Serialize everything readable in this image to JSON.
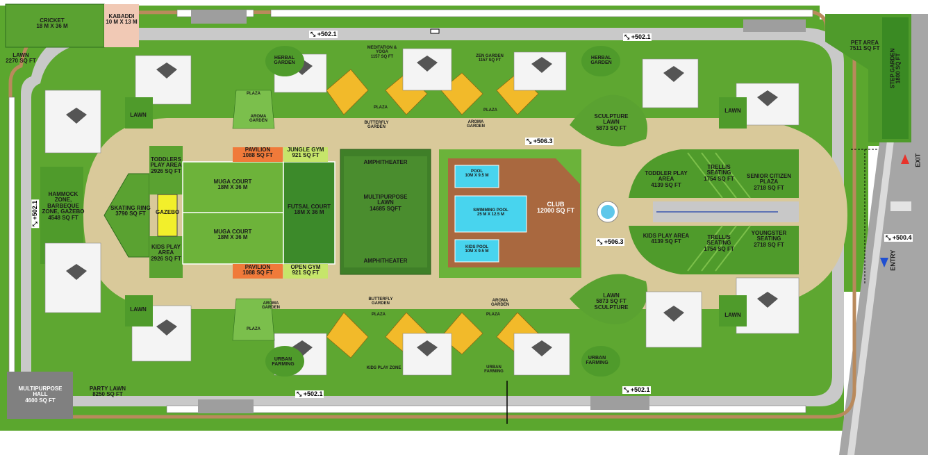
{
  "areas": {
    "cricket": {
      "name": "CRICKET",
      "size": "18 M X 36 M"
    },
    "kabaddi": {
      "name": "KABADDI",
      "size": "10 M X 13 M"
    },
    "lawn_top_left": {
      "name": "LAWN",
      "size": "2270 SQ FT"
    },
    "hammock": {
      "name": "HAMMOCK ZONE, BARBEQUE ZONE, GAZEBO",
      "size": "4548 SQ FT"
    },
    "multipurpose_hall": {
      "name": "MULTIPURPOSE HALL",
      "size": "4600 SQ FT"
    },
    "party_lawn": {
      "name": "PARTY LAWN",
      "size": "8250 SQ FT"
    },
    "pet_area": {
      "name": "PET AREA",
      "size": "7511 SQ FT"
    },
    "step_garden": {
      "name": "STEP GARDEN",
      "size": "1800 SQ FT"
    },
    "toddlers_play_left": {
      "name": "TODDLERS PLAY AREA",
      "size": "2926 SQ FT"
    },
    "skating_ring": {
      "name": "SKATING RING",
      "size": "3790 SQ FT"
    },
    "gazebo": {
      "name": "GAZEBO"
    },
    "kids_play_left": {
      "name": "KIDS PLAY AREA",
      "size": "2926 SQ FT"
    },
    "pavilion_top": {
      "name": "PAVILION",
      "size": "1088 SQ FT"
    },
    "pavilion_bottom": {
      "name": "PAVILION",
      "size": "1088 SQ FT"
    },
    "jungle_gym": {
      "name": "JUNGLE GYM",
      "size": "921 SQ FT"
    },
    "open_gym": {
      "name": "OPEN GYM",
      "size": "921 SQ FT"
    },
    "muga_court_1": {
      "name": "MUGA COURT",
      "size": "18M X 36 M"
    },
    "muga_court_2": {
      "name": "MUGA COURT",
      "size": "18M X 36 M"
    },
    "futsal_court": {
      "name": "FUTSAL COURT",
      "size": "18M X 36 M"
    },
    "amphitheater_top": {
      "name": "AMPHITHEATER"
    },
    "amphitheater_bottom": {
      "name": "AMPHITHEATER"
    },
    "multipurpose_lawn": {
      "name": "MULTIPURPOSE LAWN",
      "size": "14685 SQFT"
    },
    "pool_top": {
      "name": "POOL",
      "size": "10M X 9.5 M"
    },
    "swimming_pool": {
      "name": "SWIMMING POOL",
      "size": "25 M X 12.5 M"
    },
    "kids_pool": {
      "name": "KIDS POOL",
      "size": "10M X 9.5 M"
    },
    "club": {
      "name": "CLUB",
      "size": "12000 SQ FT"
    },
    "sculpture_lawn_top": {
      "name": "SCULPTURE",
      "name2": "LAWN",
      "size": "5873 SQ FT"
    },
    "sculpture_lawn_bottom": {
      "name": "LAWN",
      "size": "5873 SQ FT",
      "name2": "SCULPTURE"
    },
    "toddler_play_right": {
      "name": "TODDLER PLAY AREA",
      "size": "4139 SQ FT"
    },
    "kids_play_right": {
      "name": "KIDS PLAY AREA",
      "size": "4139 SQ FT"
    },
    "trellis_top": {
      "name": "TRELLIS SEATING",
      "size": "1754 SQ FT"
    },
    "trellis_bottom": {
      "name": "TRELLIS SEATING",
      "size": "1754 SQ FT"
    },
    "senior_citizen": {
      "name": "SENIOR CITIZEN PLAZA",
      "size": "2718 SQ FT"
    },
    "youngster": {
      "name": "YOUNGSTER SEATING",
      "size": "2718 SQ FT"
    },
    "meditation": {
      "name": "MEDITATION & YOGA",
      "size": "1157 SQ FT"
    },
    "zen_garden": {
      "name": "ZEN GARDEN",
      "size": "1157 SQ FT"
    },
    "herbal_left": {
      "name": "HERBAL GARDEN"
    },
    "herbal_right": {
      "name": "HERBAL GARDEN"
    },
    "urban_farming_left": {
      "name": "URBAN FARMING"
    },
    "urban_farming_right": {
      "name": "URBAN FARMING"
    },
    "plaza_1": {
      "name": "PLAZA"
    },
    "plaza_2": {
      "name": "PLAZA"
    },
    "plaza_3": {
      "name": "PLAZA"
    },
    "plaza_4": {
      "name": "PLAZA"
    },
    "plaza_5": {
      "name": "PLAZA"
    },
    "plaza_6": {
      "name": "PLAZA"
    },
    "aroma_1": {
      "name": "AROMA GARDEN"
    },
    "aroma_2": {
      "name": "AROMA GARDEN"
    },
    "aroma_3": {
      "name": "AROMA GARDEN"
    },
    "aroma_4": {
      "name": "AROMA GARDEN"
    },
    "butterfly_top": {
      "name": "BUTTERFLY GARDEN"
    },
    "butterfly_bottom": {
      "name": "BUTTERFLY GARDEN"
    },
    "lawn_l1": {
      "name": "LAWN"
    },
    "lawn_l2": {
      "name": "LAWN"
    },
    "lawn_r1": {
      "name": "LAWN"
    },
    "lawn_r2": {
      "name": "LAWN"
    },
    "urban_farming_bottom": {
      "name": "URBAN FARMING"
    },
    "kids_play_zone": {
      "name": "KIDS PLAY ZONE"
    }
  },
  "levels": {
    "top_left": "+502.1",
    "top_right": "+502.1",
    "left": "+502.1",
    "mid_top": "+506.3",
    "mid_bottom": "+506.3",
    "bottom_left": "+502.1",
    "bottom_right": "+502.1",
    "road": "+500.4"
  },
  "road": {
    "exit": "EXIT",
    "entry": "ENTRY"
  },
  "colors": {
    "lawn": "#5aa231",
    "lawn_dark": "#3f8a2a",
    "path": "#d6c795",
    "court": "#71b43a",
    "pavilion": "#f07a3a",
    "gym": "#c6e56a",
    "club": "#a9683f",
    "pool": "#48d4ee",
    "road": "#9b9b9b",
    "tower": "#f2f2f2",
    "tower_dark": "#555555",
    "gazebo": "#f2ef2b",
    "amenity_yellow": "#f2ba2a",
    "hall": "#777777",
    "pink": "#f1c9b5",
    "fire": "#b98a5c"
  }
}
